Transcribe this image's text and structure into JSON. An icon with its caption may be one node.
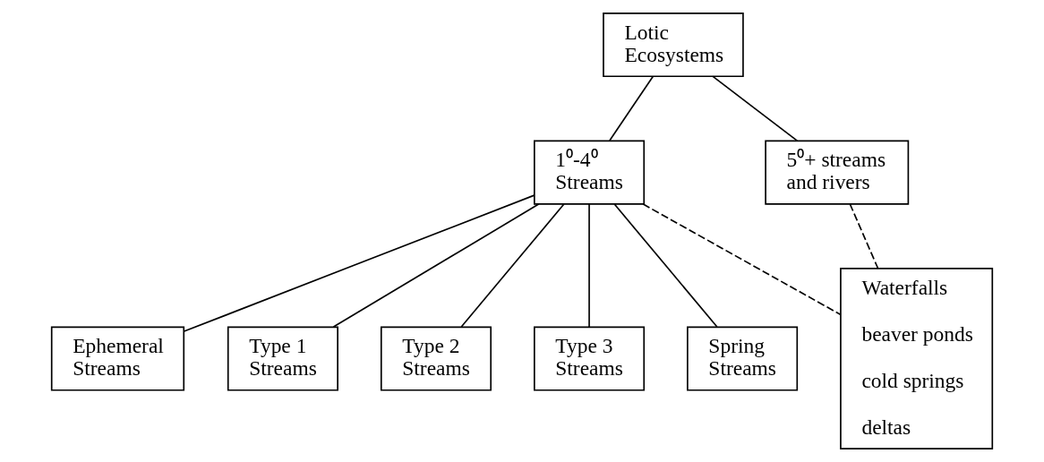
{
  "diagram": {
    "nodes": [
      {
        "text": [
          "Lotic Ecosystems"
        ]
      },
      {
        "text": [
          "1⁰-4⁰ Streams"
        ]
      },
      {
        "text": [
          "5⁰+ streams and rivers"
        ]
      },
      {
        "text": [
          "Ephemeral Streams"
        ]
      },
      {
        "text": [
          "Type 1 Streams"
        ]
      },
      {
        "text": [
          "Type 2 Streams"
        ]
      },
      {
        "text": [
          "Type 3 Streams"
        ]
      },
      {
        "text": [
          "Spring Streams"
        ]
      },
      {
        "text": [
          "Waterfalls",
          "beaver ponds",
          "cold springs",
          "deltas"
        ]
      }
    ],
    "edges": [
      {
        "from": 0,
        "to": 1,
        "arrow": "none"
      },
      {
        "from": 0,
        "to": 2,
        "arrow": "none"
      },
      {
        "from": 1,
        "to": 3,
        "arrow": "none"
      },
      {
        "from": 1,
        "to": 4,
        "arrow": "none"
      },
      {
        "from": 1,
        "to": 5,
        "arrow": "none"
      },
      {
        "from": 1,
        "to": 6,
        "arrow": "none"
      },
      {
        "from": 1,
        "to": 7,
        "arrow": "none"
      },
      {
        "from": 1,
        "to": 8,
        "arrow": "none",
        "style": "dashed"
      },
      {
        "from": 2,
        "to": 8,
        "arrow": "none",
        "style": "dashed"
      }
    ]
  }
}
